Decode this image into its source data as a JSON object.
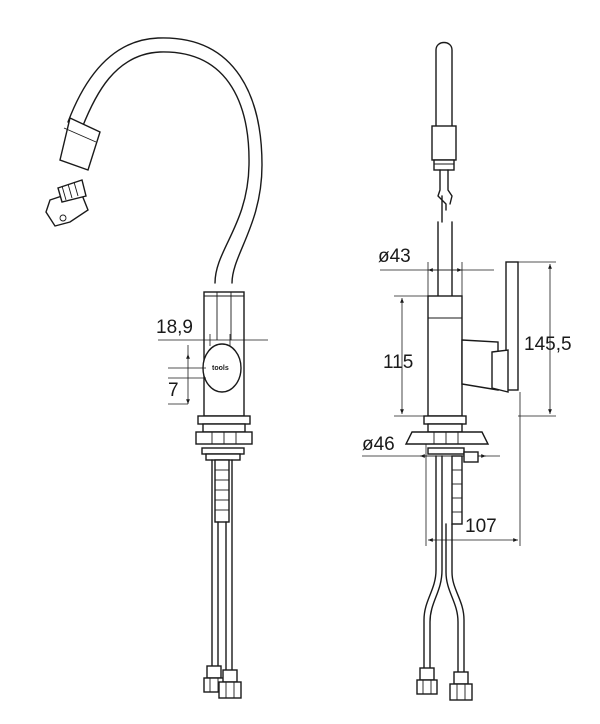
{
  "dimensions": {
    "lever_width": "18,9",
    "lever_depth": "7",
    "spout_diameter": "ø43",
    "body_height": "115",
    "total_height": "145,5",
    "base_diameter": "ø46",
    "reach": "107"
  },
  "brand_mark": "tools"
}
